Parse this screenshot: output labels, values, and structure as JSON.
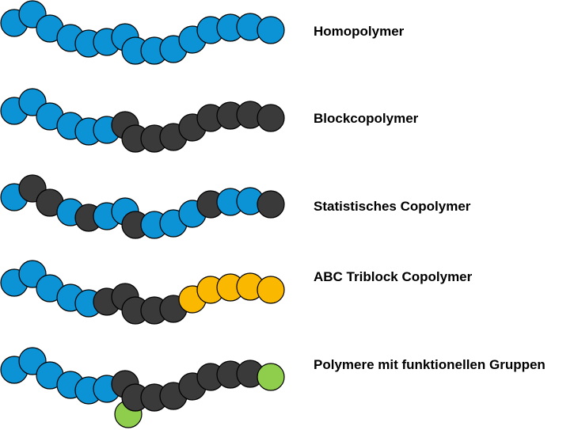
{
  "colors": {
    "blue": "#0b93d6",
    "dark": "#3a3a3a",
    "orange": "#fbb800",
    "green": "#8fce4c",
    "outline": "#000000",
    "background": "#ffffff"
  },
  "rows": [
    {
      "label": "Homopolymer",
      "beads": [
        "blue",
        "blue",
        "blue",
        "blue",
        "blue",
        "blue",
        "blue",
        "blue",
        "blue",
        "blue",
        "blue",
        "blue",
        "blue",
        "blue",
        "blue"
      ]
    },
    {
      "label": "Blockcopolymer",
      "beads": [
        "blue",
        "blue",
        "blue",
        "blue",
        "blue",
        "blue",
        "dark",
        "dark",
        "dark",
        "dark",
        "dark",
        "dark",
        "dark",
        "dark",
        "dark"
      ]
    },
    {
      "label": "Statistisches Copolymer",
      "beads": [
        "blue",
        "dark",
        "dark",
        "blue",
        "dark",
        "blue",
        "blue",
        "dark",
        "blue",
        "blue",
        "blue",
        "dark",
        "blue",
        "blue",
        "dark"
      ]
    },
    {
      "label": "ABC Triblock Copolymer",
      "beads": [
        "blue",
        "blue",
        "blue",
        "blue",
        "blue",
        "dark",
        "dark",
        "dark",
        "dark",
        "dark",
        "orange",
        "orange",
        "orange",
        "orange",
        "orange"
      ]
    },
    {
      "label": "Polymere mit funktionellen Gruppen",
      "beads": [
        "blue",
        "blue",
        "blue",
        "blue",
        "blue",
        "blue",
        "dark",
        "dark",
        "dark",
        "dark",
        "dark",
        "dark",
        "dark",
        "dark",
        "green"
      ],
      "side_group": "green"
    }
  ]
}
